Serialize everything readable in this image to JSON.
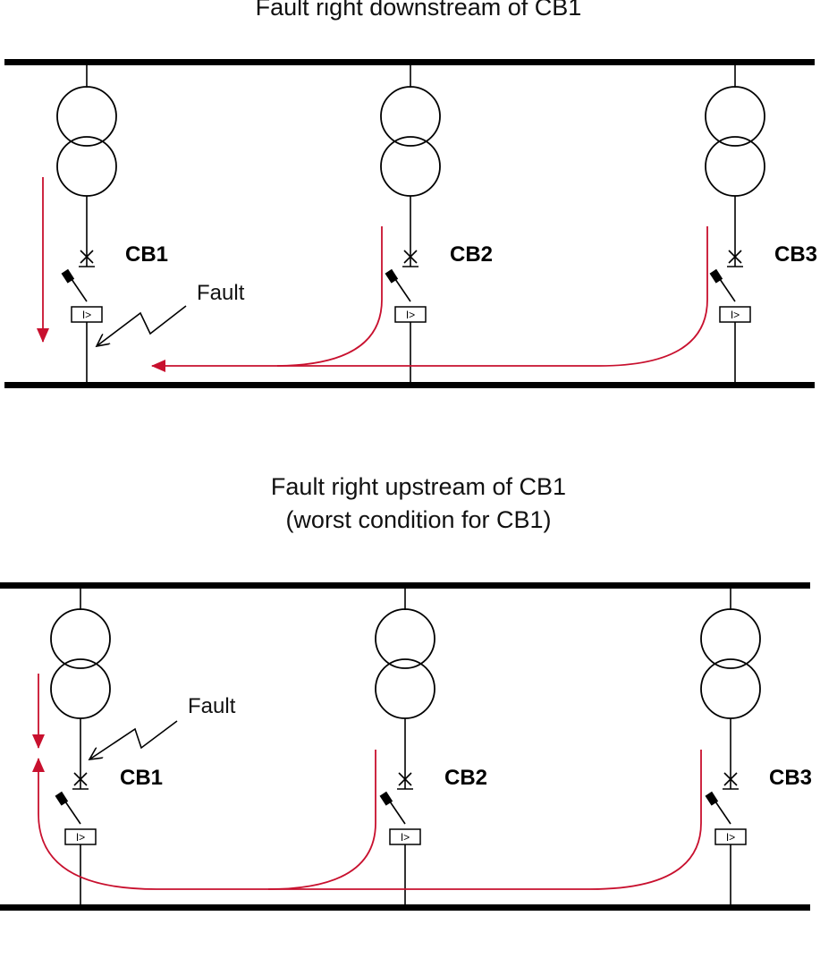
{
  "colors": {
    "fault_current": "#c8102e",
    "line": "#000000",
    "background": "#ffffff"
  },
  "diagrams": [
    {
      "id": "downstream",
      "title_lines": [
        "Fault right downstream of CB1"
      ],
      "breakers": [
        {
          "label": "CB1",
          "relay": "I>"
        },
        {
          "label": "CB2",
          "relay": "I>"
        },
        {
          "label": "CB3",
          "relay": "I>"
        }
      ],
      "fault_label": "Fault",
      "fault_location": "downstream of CB1"
    },
    {
      "id": "upstream",
      "title_lines": [
        "Fault right upstream of CB1",
        "(worst condition for CB1)"
      ],
      "breakers": [
        {
          "label": "CB1",
          "relay": "I>"
        },
        {
          "label": "CB2",
          "relay": "I>"
        },
        {
          "label": "CB3",
          "relay": "I>"
        }
      ],
      "fault_label": "Fault",
      "fault_location": "upstream of CB1"
    }
  ]
}
